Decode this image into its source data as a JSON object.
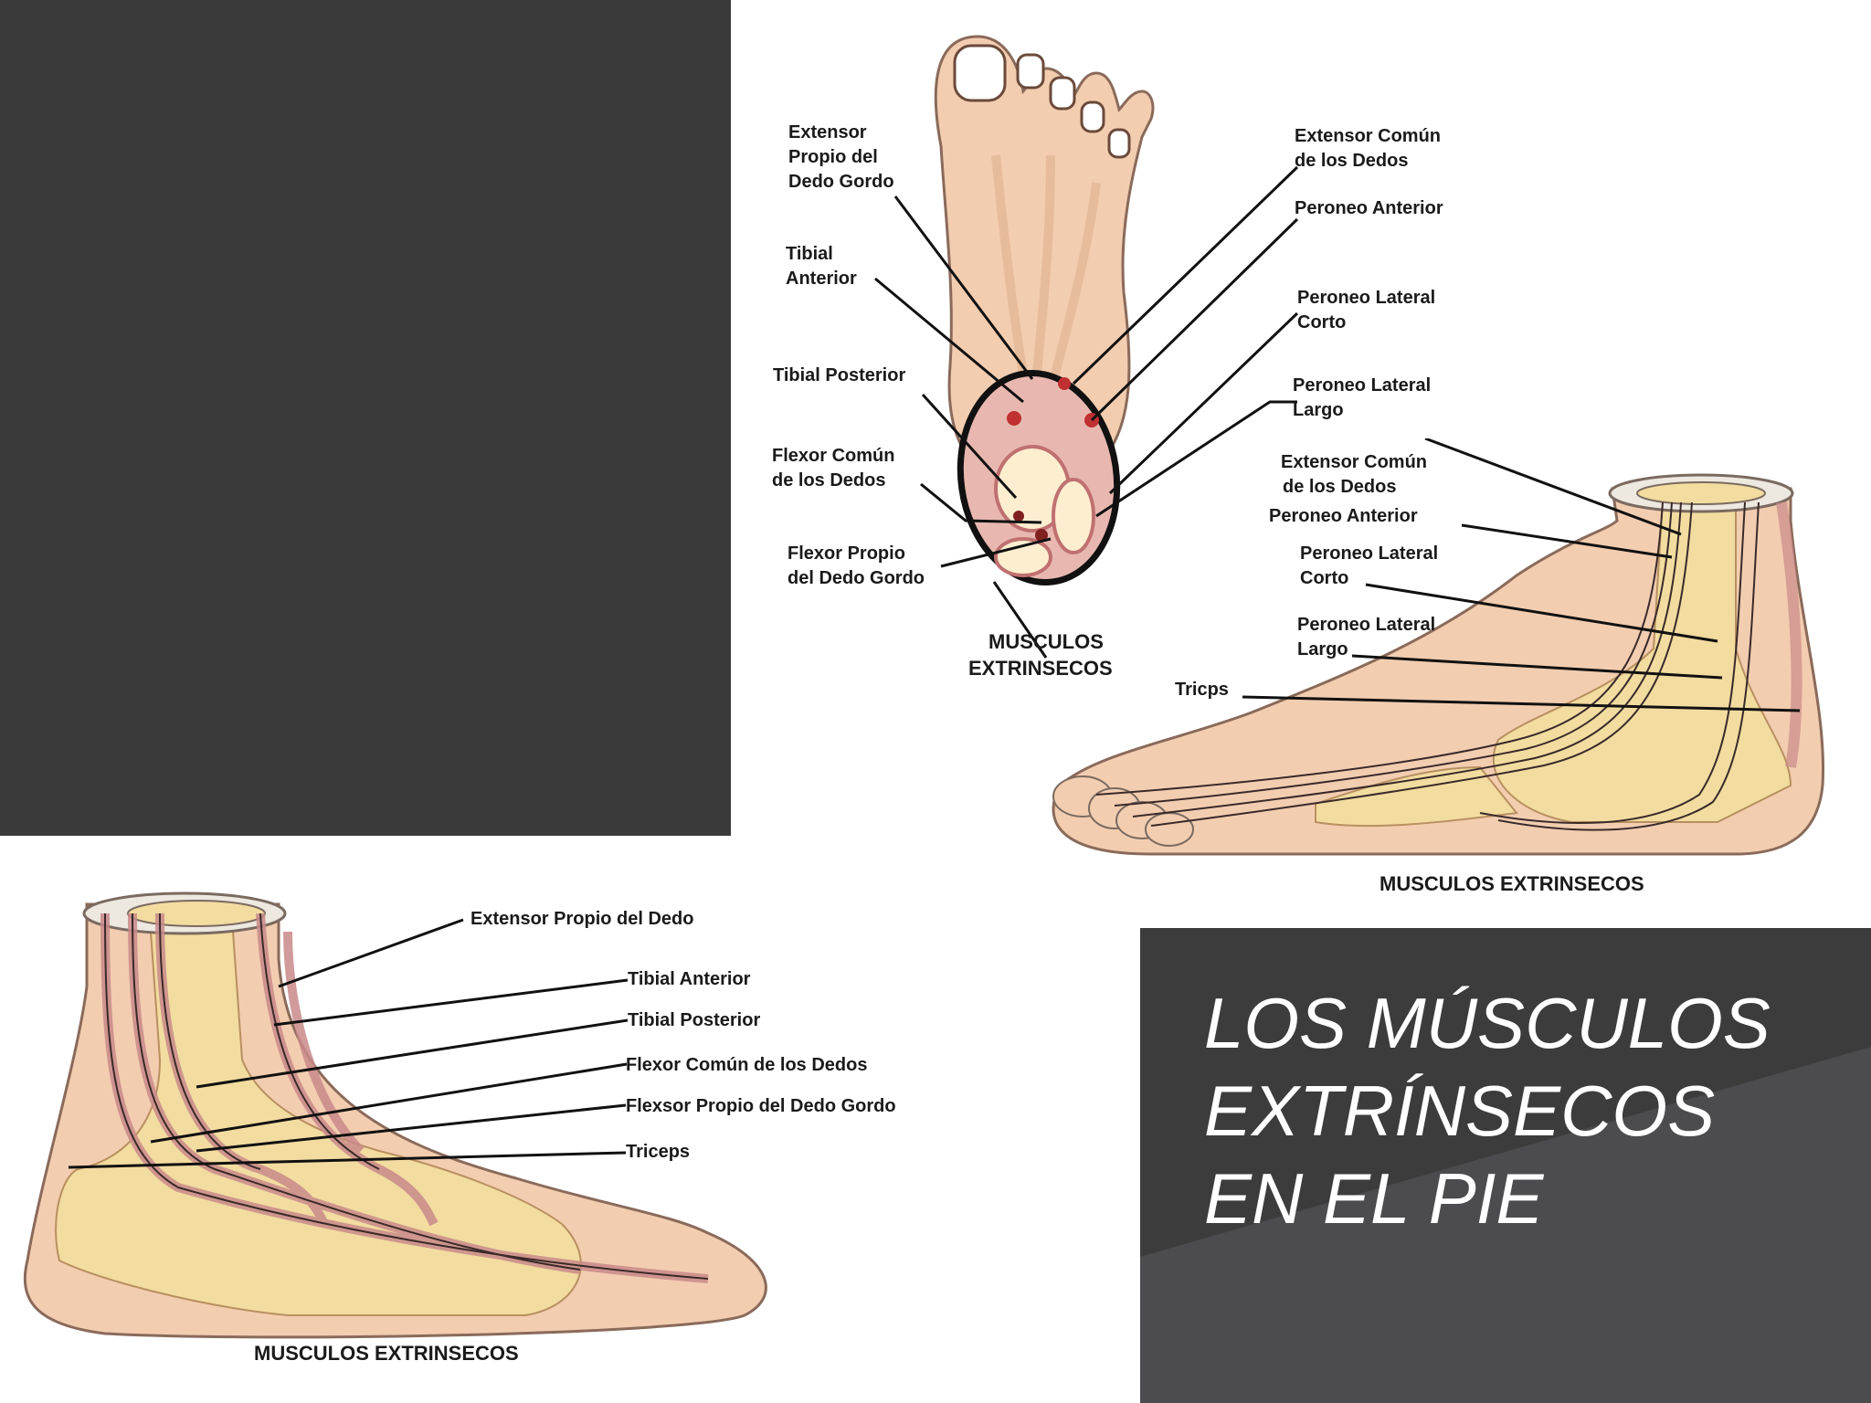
{
  "title": {
    "line1": "LOS MÚSCULOS",
    "line2": "EXTRÍNSECOS",
    "line3": "EN EL PIE"
  },
  "figure_top": {
    "labels_left": {
      "extensor_propio_1": "Extensor",
      "extensor_propio_2": "Propio del",
      "extensor_propio_3": "Dedo Gordo",
      "tibial_anterior_1": "Tibial",
      "tibial_anterior_2": "Anterior",
      "tibial_posterior": "Tibial Posterior",
      "flexor_comun_1": "Flexor Común",
      "flexor_comun_2": "de los Dedos",
      "flexor_propio_1": "Flexor Propio",
      "flexor_propio_2": "del Dedo Gordo"
    },
    "labels_right": {
      "extensor_comun_1": "Extensor Común",
      "extensor_comun_2": "de los Dedos",
      "peroneo_anterior": "Peroneo Anterior",
      "peroneo_corto_1": "Peroneo Lateral",
      "peroneo_corto_2": "Corto",
      "peroneo_largo_1": "Peroneo Lateral",
      "peroneo_largo_2": "Largo"
    },
    "caption_1": "MUSCULOS",
    "caption_2": "EXTRINSECOS"
  },
  "figure_right": {
    "extensor_comun_1": "Extensor Común",
    "extensor_comun_2": "de los Dedos",
    "peroneo_anterior": "Peroneo Anterior",
    "peroneo_corto_1": "Peroneo Lateral",
    "peroneo_corto_2": "Corto",
    "peroneo_largo_1": "Peroneo Lateral",
    "peroneo_largo_2": "Largo",
    "triceps": "Tricps",
    "caption": "MUSCULOS EXTRINSECOS"
  },
  "figure_left": {
    "extensor_propio": "Extensor Propio del Dedo",
    "tibial_anterior": "Tibial Anterior",
    "tibial_posterior": "Tibial Posterior",
    "flexor_comun": "Flexor Común de los Dedos",
    "flexsor_propio": "Flexsor Propio del Dedo Gordo",
    "triceps": "Triceps",
    "caption": "MUSCULOS EXTRINSECOS"
  },
  "colors": {
    "dark_block": "#3a3a3a",
    "title_panel": "#454545",
    "skin": "#f3cdb0",
    "bone": "#f2dca0",
    "muscle": "#c98a8a"
  }
}
